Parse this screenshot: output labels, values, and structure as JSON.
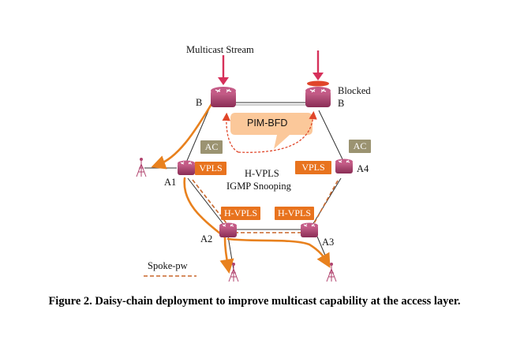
{
  "labels": {
    "multicast_stream": "Multicast Stream",
    "node_b_left": "B",
    "blocked": "Blocked",
    "node_b_right": "B",
    "pim_bfd": "PIM-BFD",
    "ac_left": "AC",
    "ac_right": "AC",
    "vpls_left": "VPLS",
    "vpls_right": "VPLS",
    "hvpls_center": "H-VPLS",
    "igmp_snooping": "IGMP  Snooping",
    "a1": "A1",
    "a2": "A2",
    "a3": "A3",
    "a4": "A4",
    "hvpls_left": "H-VPLS",
    "hvpls_right": "H-VPLS",
    "spoke_pw": "Spoke-pw"
  },
  "caption": "Figure 2. Daisy-chain deployment to improve multicast capability at the access layer.",
  "colors": {
    "router": "#b0436e",
    "orange_tag": "#e8731e",
    "olive_tag": "#9b9371",
    "stream_arrow": "#d6305a",
    "flow_arrow": "#e8811e",
    "bubble": "#fbc89a",
    "pim_dashed": "#e0462a",
    "spoke_dash": "#c8662a",
    "blocked_mark": "#e0452a"
  },
  "icons": {
    "router": "router-icon",
    "antenna": "antenna-icon"
  }
}
